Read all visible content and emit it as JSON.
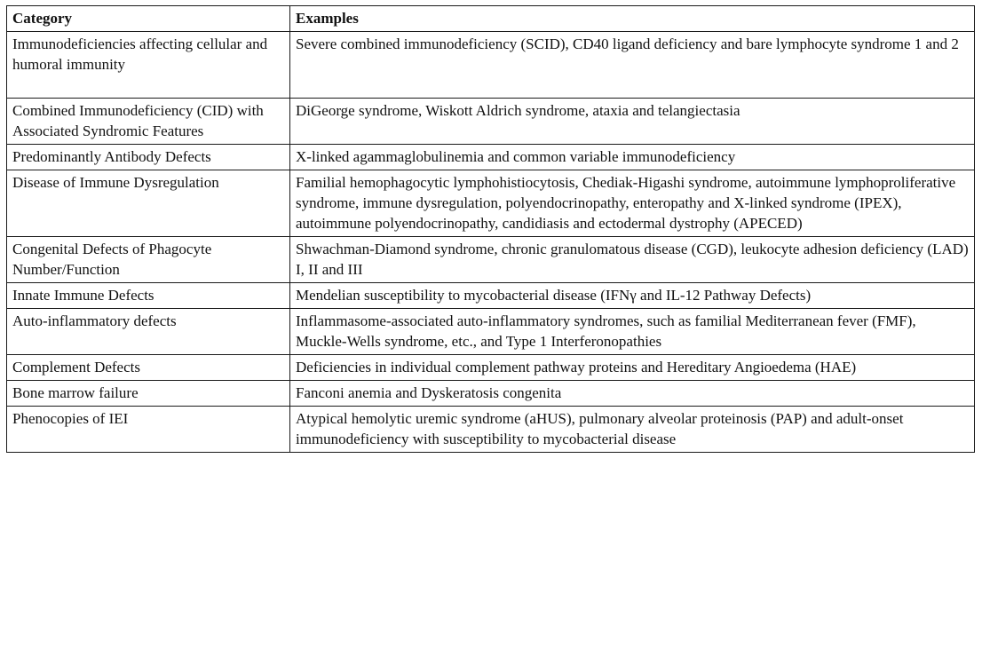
{
  "table": {
    "headers": [
      "Category",
      "Examples"
    ],
    "rows": [
      [
        "Immunodeficiencies affecting cellular and humoral immunity",
        "Severe combined immunodeficiency (SCID), CD40 ligand deficiency and bare lymphocyte syndrome 1 and 2"
      ],
      [
        "Combined Immunodeficiency (CID) with Associated Syndromic Features",
        "DiGeorge syndrome, Wiskott Aldrich syndrome, ataxia and telangiectasia"
      ],
      [
        "Predominantly Antibody Defects",
        "X-linked agammaglobulinemia and common variable immunodeficiency"
      ],
      [
        "Disease of Immune Dysregulation",
        "Familial hemophagocytic lymphohistiocytosis, Chediak-Higashi syndrome, autoimmune lymphoproliferative syndrome, immune dysregulation, polyendocrinopathy, enteropathy and X-linked syndrome (IPEX), autoimmune polyendocrinopathy, candidiasis and ectodermal dystrophy (APECED)"
      ],
      [
        "Congenital Defects of Phagocyte Number/Function",
        "Shwachman-Diamond syndrome, chronic granulomatous disease (CGD), leukocyte adhesion deficiency (LAD) I, II and III"
      ],
      [
        "Innate Immune Defects",
        "Mendelian susceptibility to mycobacterial disease (IFNγ and IL-12 Pathway Defects)"
      ],
      [
        "Auto-inflammatory defects",
        "Inflammasome-associated auto-inflammatory syndromes, such as familial Mediterranean fever (FMF), Muckle-Wells syndrome, etc., and Type 1 Interferonopathies"
      ],
      [
        "Complement Defects",
        "Deficiencies in individual complement pathway proteins and Hereditary Angioedema (HAE)"
      ],
      [
        "Bone marrow failure",
        "Fanconi anemia and Dyskeratosis congenita"
      ],
      [
        "Phenocopies of IEI",
        "Atypical hemolytic uremic syndrome (aHUS), pulmonary alveolar proteinosis (PAP) and adult-onset immunodeficiency with susceptibility to mycobacterial disease"
      ]
    ]
  }
}
